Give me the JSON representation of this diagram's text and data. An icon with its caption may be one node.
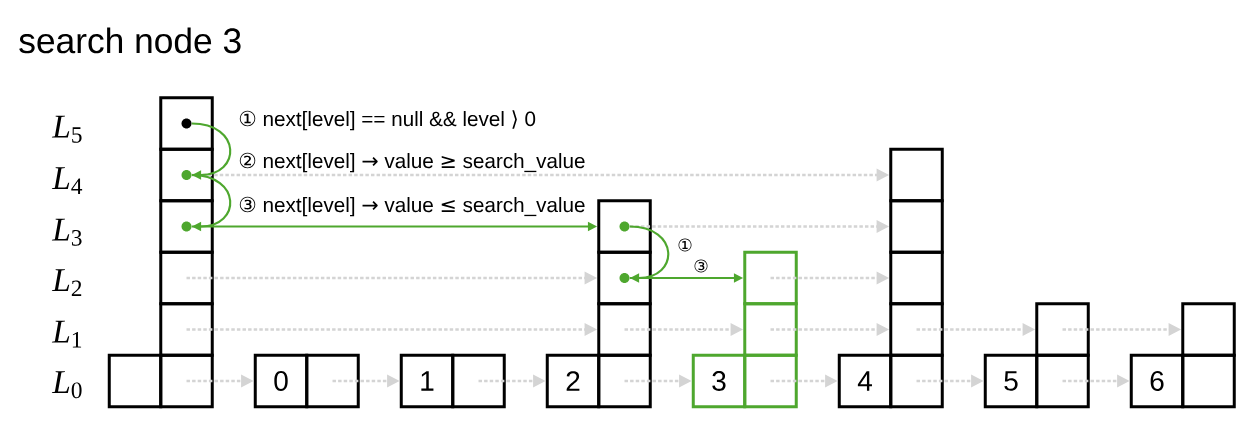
{
  "diagram": {
    "title": "search node 3",
    "nodes": [
      {
        "text": [],
        "shape": "box"
      },
      {
        "text": [],
        "shape": "circle",
        "in": 0
      },
      {
        "text": [],
        "shape": "box"
      },
      {
        "text": [],
        "shape": "circle",
        "in": 2
      },
      {
        "text": [],
        "shape": "box"
      },
      {
        "text": [],
        "shape": "circle",
        "in": 4
      },
      {
        "text": [],
        "shape": "box"
      },
      {
        "text": [],
        "shape": "box"
      },
      {
        "text": [],
        "shape": "box"
      },
      {
        "text": [],
        "shape": "box"
      },
      {
        "text": [
          "0"
        ]
      },
      {
        "text": [],
        "shape": "box"
      },
      {
        "text": [
          "1"
        ]
      },
      {
        "text": [],
        "shape": "box"
      },
      {
        "text": [],
        "shape": "box"
      },
      {
        "text": [],
        "shape": "circle",
        "in": 14
      },
      {
        "text": [],
        "shape": "box"
      },
      {
        "text": [],
        "shape": "circle",
        "in": 16
      },
      {
        "text": [],
        "shape": "box"
      },
      {
        "text": [
          "2"
        ]
      },
      {
        "text": [],
        "shape": "box"
      },
      {
        "text": [],
        "shape": "box"
      },
      {
        "text": [],
        "shape": "box"
      },
      {
        "text": [
          "3"
        ]
      },
      {
        "text": [],
        "shape": "box"
      },
      {
        "text": [],
        "shape": "box"
      },
      {
        "text": [],
        "shape": "box"
      },
      {
        "text": [],
        "shape": "box"
      },
      {
        "text": [],
        "shape": "box"
      },
      {
        "text": [
          "4"
        ]
      },
      {
        "text": [],
        "shape": "box"
      },
      {
        "text": [],
        "shape": "box"
      },
      {
        "text": [
          "5"
        ]
      },
      {
        "text": [],
        "shape": "box"
      },
      {
        "text": [],
        "shape": "box"
      },
      {
        "text": [
          "6"
        ]
      },
      {
        "text": [],
        "shape": "box"
      }
    ],
    "edges": [
      {
        "from": 9,
        "to": 10,
        "arrow": "to",
        "style": "dashed"
      },
      {
        "from": 11,
        "to": 12,
        "arrow": "to",
        "style": "dashed"
      },
      {
        "from": 13,
        "to": 19,
        "arrow": "to",
        "style": "dashed"
      },
      {
        "from": 20,
        "to": 23,
        "arrow": "to",
        "style": "dashed"
      },
      {
        "from": 24,
        "to": 29,
        "arrow": "to",
        "style": "dashed"
      },
      {
        "from": 30,
        "to": 32,
        "arrow": "to",
        "style": "dashed"
      },
      {
        "from": 33,
        "to": 35,
        "arrow": "to",
        "style": "dashed"
      },
      {
        "from": 7,
        "to": 18,
        "arrow": "to",
        "style": "dashed"
      },
      {
        "from": 18,
        "to": 22,
        "arrow": "to",
        "style": "dashed"
      },
      {
        "from": 22,
        "to": 28,
        "arrow": "to",
        "style": "dashed"
      },
      {
        "from": 28,
        "to": 31,
        "arrow": "to",
        "style": "dashed"
      },
      {
        "from": 31,
        "to": 34,
        "arrow": "to",
        "style": "dashed"
      },
      {
        "from": 6,
        "to": 16,
        "arrow": "to",
        "style": "dashed"
      },
      {
        "from": 21,
        "to": 27,
        "arrow": "to",
        "style": "dashed"
      },
      {
        "from": 15,
        "to": 26,
        "arrow": "to",
        "style": "dashed"
      },
      {
        "from": 3,
        "to": 25,
        "arrow": "to",
        "style": "dashed"
      },
      {
        "from": 1,
        "to": 3,
        "arrow": "to",
        "color": "#4ea72e"
      },
      {
        "from": 3,
        "to": 5,
        "arrow": "to",
        "color": "#4ea72e"
      },
      {
        "from": 5,
        "to": 14,
        "arrow": "to",
        "color": "#4ea72e"
      },
      {
        "from": 15,
        "to": 17,
        "arrow": "to",
        "color": "#4ea72e",
        "label": "①"
      },
      {
        "from": 17,
        "to": 21,
        "arrow": "to",
        "color": "#4ea72e",
        "label": "③"
      }
    ],
    "labels": [
      "*L*$_{5}$",
      "*L*$_{4}$",
      "*L*$_{3}$",
      "*L*$_{2}$",
      "*L*$_{1}$",
      "*L*$_{0}$",
      "① next[level] == null && level ⟩ 0",
      "② next[level] → value ≥ search_value",
      "③ next[level] → value ≤ search_value"
    ]
  }
}
